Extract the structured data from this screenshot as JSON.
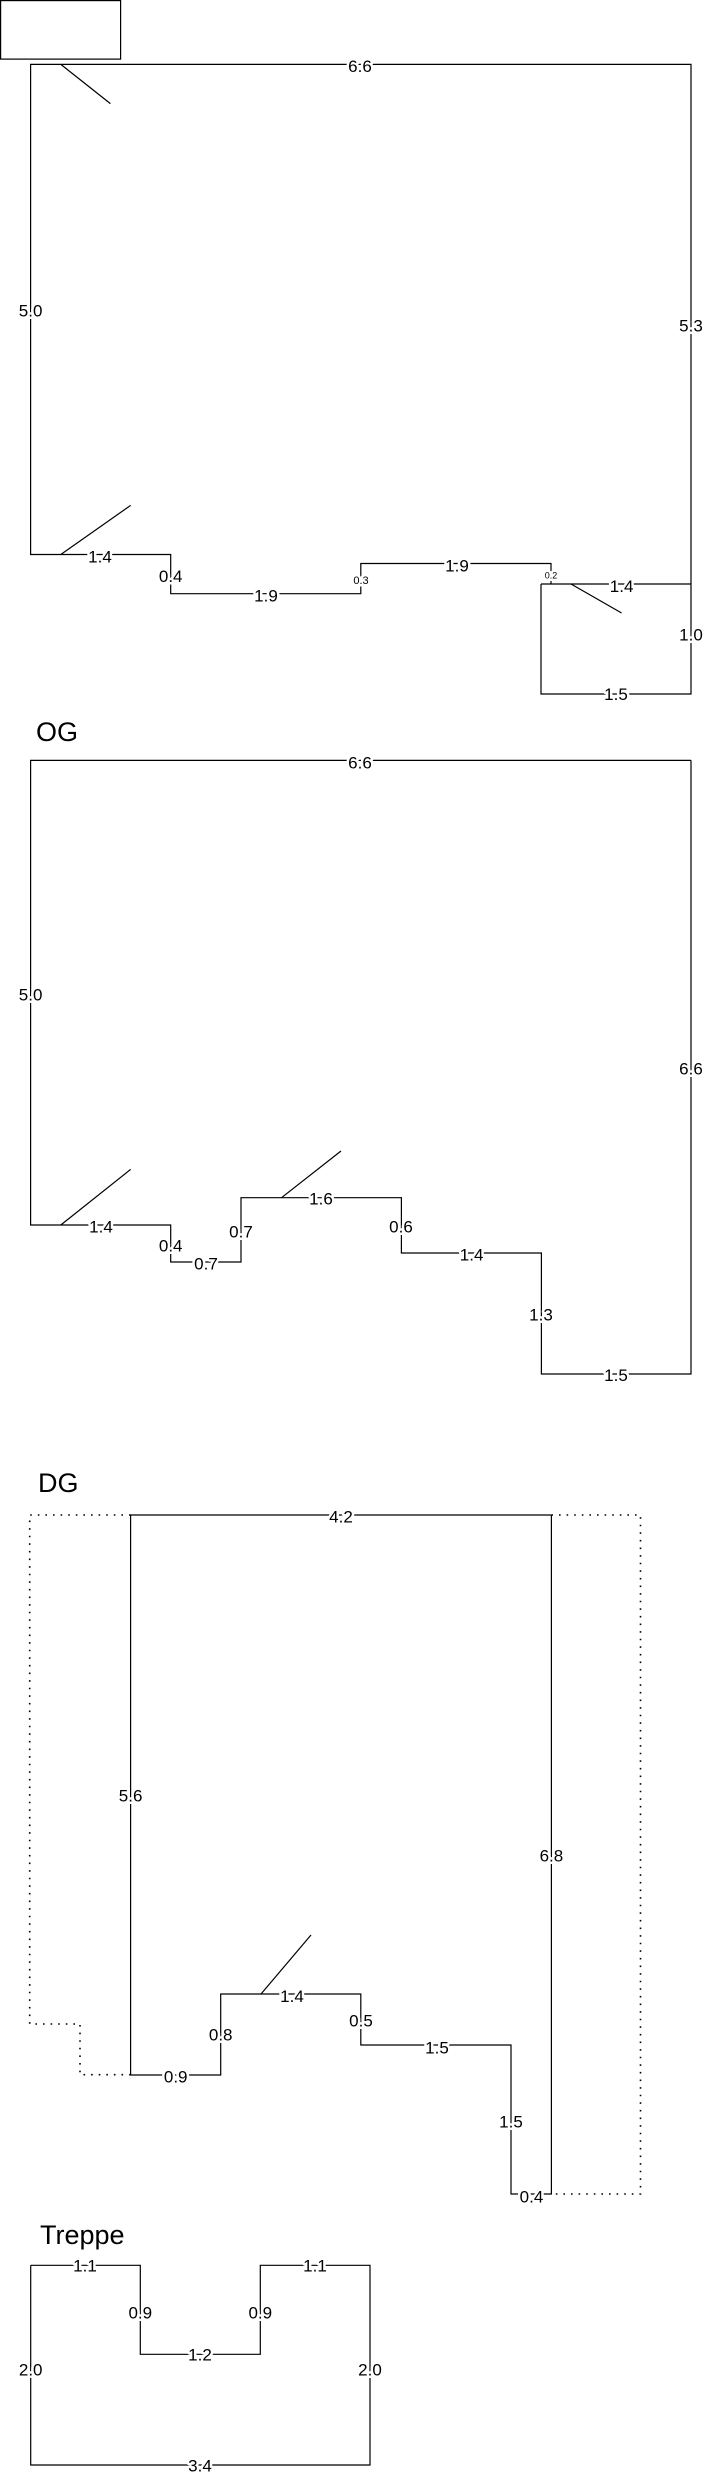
{
  "floors": {
    "eg": {
      "labels": [
        "6.6",
        "5.0",
        "5.3",
        "1.4",
        "0.4",
        "1.9",
        "0.3",
        "1.9",
        "0.2",
        "1.4",
        "1.0",
        "1.5"
      ]
    },
    "og": {
      "title": "OG",
      "labels": [
        "6.6",
        "5.0",
        "6.6",
        "1.4",
        "0.4",
        "0.7",
        "0.7",
        "1.6",
        "0.6",
        "1.4",
        "1.3",
        "1.5"
      ]
    },
    "dg": {
      "title": "DG",
      "labels": [
        "4.2",
        "5.6",
        "6.8",
        "0.9",
        "0.8",
        "1.4",
        "0.5",
        "1.5",
        "1.5",
        "0.4"
      ]
    },
    "treppe": {
      "title": "Treppe",
      "labels": [
        "1.1",
        "1.1",
        "0.9",
        "0.9",
        "1.2",
        "2.0",
        "2.0",
        "3.4"
      ]
    }
  }
}
